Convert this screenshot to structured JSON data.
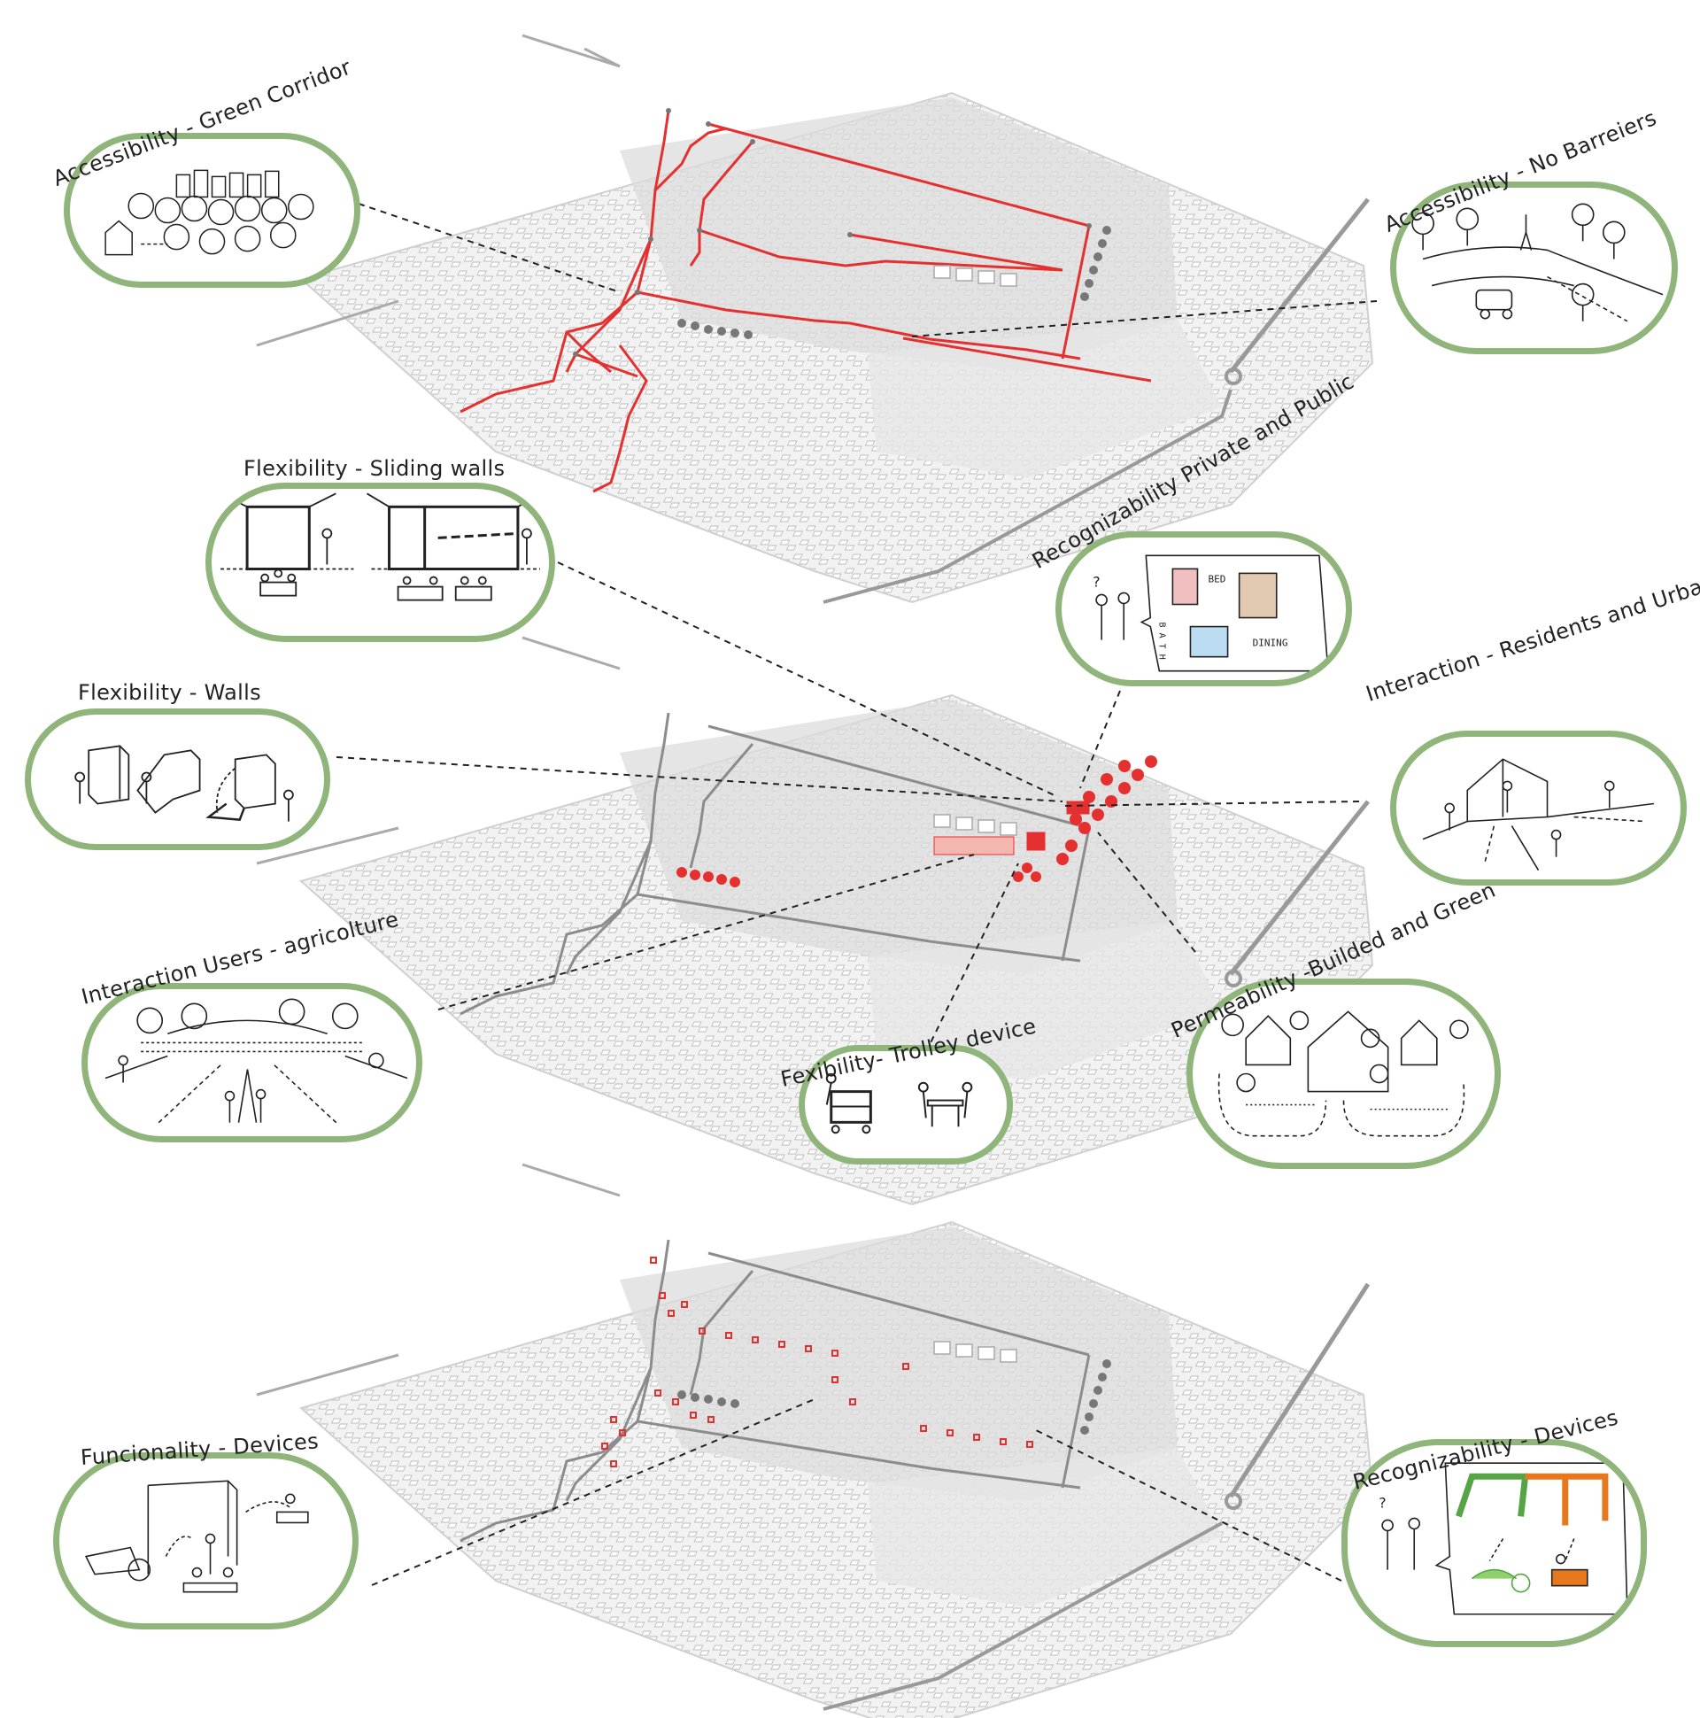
{
  "colors": {
    "bubble_border": "#8fb57a",
    "path_red": "#e53030",
    "map_gray": "#cfcfcf",
    "dark_line": "#222222"
  },
  "labels": {
    "green_corridor": "Accessibility - Green Corridor",
    "no_barriers": "Accessibility - No Barreiers",
    "sliding_walls": "Flexibility -  Sliding walls",
    "private_public": "Recognizability Private and Public",
    "walls": "Flexibility -  Walls",
    "residents_urban": "Interaction - Residents and Urban",
    "users_agriculture": "Interaction Users - agricolture",
    "builded_green": "Permeability -Builded and Green",
    "trolley": "Fexibility- Trolley device",
    "func_devices": "Funcionality - Devices",
    "recog_devices": "Recognizability - Devices"
  },
  "sketch_text": {
    "bed": "BED",
    "bath": "B A T H",
    "dining": "DINING",
    "question": "?"
  }
}
